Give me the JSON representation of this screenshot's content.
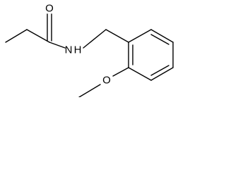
{
  "molecule": {
    "atoms": {
      "oxygen_carbonyl": "O",
      "nitrogen_amide": "N",
      "hydrogen_amide": "H",
      "oxygen_methoxy": "O"
    }
  }
}
